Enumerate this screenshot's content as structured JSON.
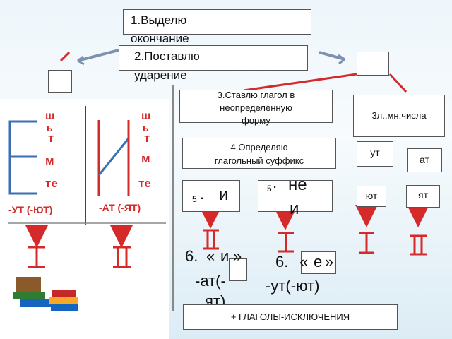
{
  "step1": {
    "line1": "1.Выделю",
    "line2": "окончание"
  },
  "step2": {
    "line1": "2.Поставлю",
    "line2": "ударение"
  },
  "step3": {
    "line1": "3.Ставлю глагол в",
    "line2": "неопределённую",
    "line3": "форму"
  },
  "step3_right": "3л.,мн.числа",
  "step4": {
    "line1": "4.Определяю",
    "line2": "глагольный суффикс"
  },
  "step5_i": {
    "num": "5",
    "dot": ".",
    "suffix": "и"
  },
  "step5_ne": {
    "num": "5",
    "dot": ".",
    "suffix1": "не",
    "suffix2": "и"
  },
  "endings": {
    "ut": "ут",
    "at": "ат",
    "yut": "ют",
    "yat": "ят"
  },
  "left_col": {
    "sh": "ш",
    "b": "ь",
    "t": "т",
    "m": "м",
    "te": "те",
    "ending": "-УТ (-ЮТ)"
  },
  "right_col": {
    "sh": "ш",
    "b": "ь",
    "t": "т",
    "m": "м",
    "te": "те",
    "ending": "-АТ (-ЯТ)"
  },
  "step6_i": {
    "num": "6.",
    "quote_open": "«",
    "letter": "и",
    "quote_close": "»",
    "ending1": "-ат(-",
    "ending2": "ят)"
  },
  "step6_e": {
    "num": "6.",
    "quote_open": "«",
    "letter": "е",
    "quote_close": "»",
    "ending": "-ут(-ют)"
  },
  "exceptions": "+ ГЛАГОЛЫ-ИСКЛЮЧЕНИЯ",
  "colors": {
    "red": "#d42a2a",
    "blue": "#3a6fb5",
    "grey_arrow": "#7d93ad"
  }
}
